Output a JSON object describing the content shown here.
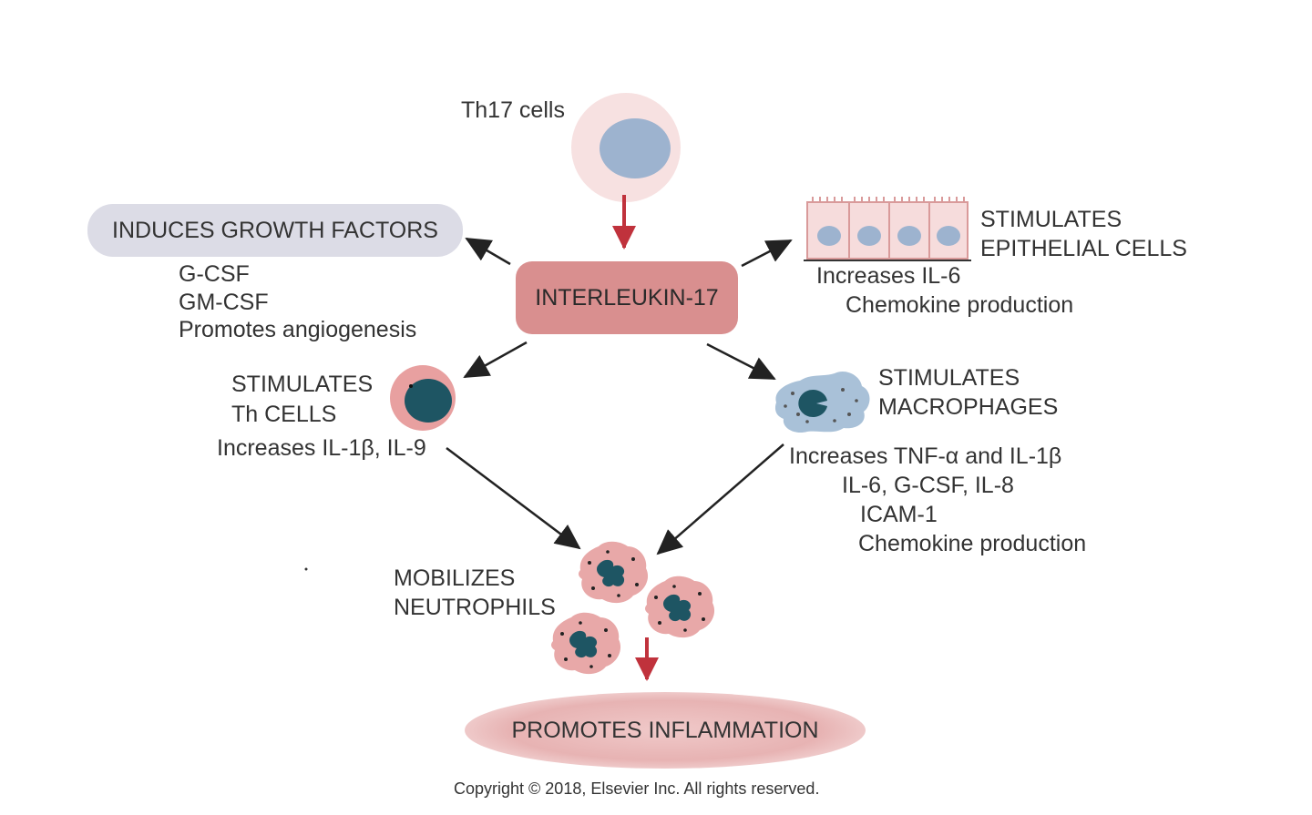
{
  "source": {
    "label": "Th17 cells"
  },
  "center": {
    "label": "INTERLEUKIN-17"
  },
  "growth_factors": {
    "title": "INDUCES GROWTH FACTORS",
    "items": [
      "G-CSF",
      "GM-CSF",
      "Promotes angiogenesis"
    ]
  },
  "epithelial": {
    "title_line1": "STIMULATES",
    "title_line2": "EPITHELIAL CELLS",
    "items": [
      "Increases IL-6",
      "Chemokine production"
    ]
  },
  "th_cells": {
    "title_line1": "STIMULATES",
    "title_line2": "Th CELLS",
    "detail": "Increases IL-1β,  IL-9"
  },
  "macrophages": {
    "title_line1": "STIMULATES",
    "title_line2": "MACROPHAGES",
    "items": [
      "Increases TNF-α and IL-1β",
      "IL-6,  G-CSF,  IL-8",
      "ICAM-1",
      "Chemokine production"
    ]
  },
  "neutrophils": {
    "title_line1": "MOBILIZES",
    "title_line2": "NEUTROPHILS"
  },
  "outcome": {
    "label": "PROMOTES INFLAMMATION"
  },
  "copyright": "Copyright © 2018, Elsevier Inc. All rights reserved.",
  "colors": {
    "cell_outer": "#f5dede",
    "cell_nucleus": "#9db3cf",
    "il17_box": "#d98f8f",
    "growth_pill": "#dcdce6",
    "dark_nucleus": "#1e5563",
    "neutrophil_body": "#e8a8a8",
    "macrophage_body": "#a9c1d8",
    "red_arrow": "#c0323c",
    "black_arrow": "#222222"
  },
  "icons": [
    "th17-cell-icon",
    "epithelial-cells-icon",
    "th-cell-icon",
    "macrophage-icon",
    "neutrophil-icon"
  ]
}
